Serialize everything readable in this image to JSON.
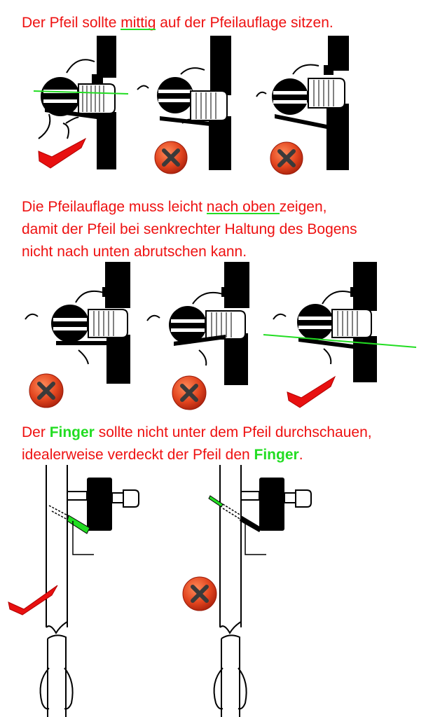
{
  "colors": {
    "caption_text": "#ee1111",
    "highlight_green": "#22dd22",
    "check_red": "#e81010",
    "cross_badge": "#d63a1c",
    "ink": "#000000"
  },
  "sections": [
    {
      "caption_lines": [
        [
          "Der Pfeil sollte ",
          "mittig",
          " auf der Pfeilauflage sitzen."
        ]
      ],
      "panels": [
        {
          "verdict": "correct",
          "icon": "checkmark-icon"
        },
        {
          "verdict": "wrong",
          "icon": "cross-badge-icon"
        },
        {
          "verdict": "wrong",
          "icon": "cross-badge-icon"
        }
      ]
    },
    {
      "caption_lines": [
        [
          "Die Pfeilauflage muss leicht ",
          "nach oben ",
          "zeigen,"
        ],
        [
          "damit der Pfeil bei senkrechter Haltung des Bogens"
        ],
        [
          "nicht nach unten abrutschen kann."
        ]
      ],
      "panels": [
        {
          "verdict": "wrong",
          "icon": "cross-badge-icon"
        },
        {
          "verdict": "wrong",
          "icon": "cross-badge-icon"
        },
        {
          "verdict": "correct",
          "icon": "checkmark-icon"
        }
      ]
    },
    {
      "caption_lines": [
        [
          "Der ",
          "Finger",
          " sollte nicht unter dem Pfeil durchschauen,"
        ],
        [
          "idealerweise verdeckt der Pfeil den ",
          "Finger",
          "."
        ]
      ],
      "panels": [
        {
          "verdict": "correct",
          "icon": "checkmark-icon"
        },
        {
          "verdict": "wrong",
          "icon": "cross-badge-icon"
        }
      ]
    }
  ]
}
